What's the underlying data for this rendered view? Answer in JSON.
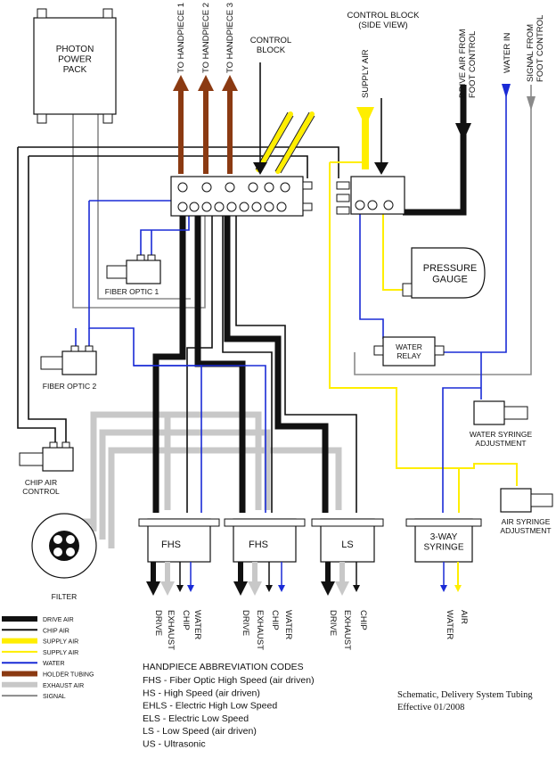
{
  "colors": {
    "drive_air": "#111111",
    "chip_air": "#111111",
    "supply_air_heavy": "#ffee00",
    "supply_air_thin": "#ffee00",
    "water": "#1a2bd6",
    "holder_tubing": "#8b3a12",
    "exhaust_air": "#c8c8c8",
    "signal": "#8a8a8a"
  },
  "components": {
    "power_pack": "PHOTON\nPOWER\nPACK",
    "control_block": "CONTROL\nBLOCK",
    "control_block_side": "CONTROL BLOCK\n(SIDE VIEW)",
    "pressure_gauge": "PRESSURE\nGAUGE",
    "water_relay": "WATER\nRELAY",
    "fiber_optic_1": "FIBER OPTIC 1",
    "fiber_optic_2": "FIBER OPTIC 2",
    "chip_air_control": "CHIP AIR\nCONTROL",
    "filter": "FILTER",
    "water_syringe_adj": "WATER SYRINGE\nADJUSTMENT",
    "air_syringe_adj": "AIR SYRINGE\nADJUSTMENT",
    "hp1": "FHS",
    "hp2": "FHS",
    "hp3": "LS",
    "syringe": "3-WAY\nSYRINGE"
  },
  "top_labels": {
    "hp1": "TO HANDPIECE 1",
    "hp2": "TO HANDPIECE 2",
    "hp3": "TO HANDPIECE 3",
    "supply_air": "SUPPLY AIR",
    "drive_air_foot": "DRIVE AIR FROM\nFOOT CONTROL",
    "water_in": "WATER IN",
    "signal_foot": "SIGNAL FROM\nFOOT CONTROL"
  },
  "bottom_labels": {
    "hp1": [
      "DRIVE",
      "EXHAUST",
      "CHIP",
      "WATER"
    ],
    "hp2": [
      "DRIVE",
      "EXHAUST",
      "CHIP",
      "WATER"
    ],
    "hp3": [
      "DRIVE",
      "EXHAUST",
      "CHIP"
    ],
    "syringe": [
      "WATER",
      "AIR"
    ]
  },
  "legend": [
    {
      "label": "DRIVE AIR",
      "style": "drive_air"
    },
    {
      "label": "CHIP AIR",
      "style": "chip_air"
    },
    {
      "label": "SUPPLY AIR",
      "style": "supply_air_heavy"
    },
    {
      "label": "SUPPLY AIR",
      "style": "supply_air_thin"
    },
    {
      "label": "WATER",
      "style": "water"
    },
    {
      "label": "HOLDER TUBING",
      "style": "holder_tubing"
    },
    {
      "label": "EXHAUST AIR",
      "style": "exhaust_air"
    },
    {
      "label": "SIGNAL",
      "style": "signal"
    }
  ],
  "abbreviations": {
    "title": "HANDPIECE ABBREVIATION CODES",
    "items": [
      "FHS - Fiber Optic High Speed (air driven)",
      "HS - High Speed (air driven)",
      "EHLS - Electric High Low Speed",
      "ELS - Electric Low Speed",
      "LS - Low Speed (air driven)",
      "US - Ultrasonic"
    ]
  },
  "footer": {
    "line1": "Schematic, Delivery System Tubing",
    "line2": "Effective 01/2008"
  }
}
